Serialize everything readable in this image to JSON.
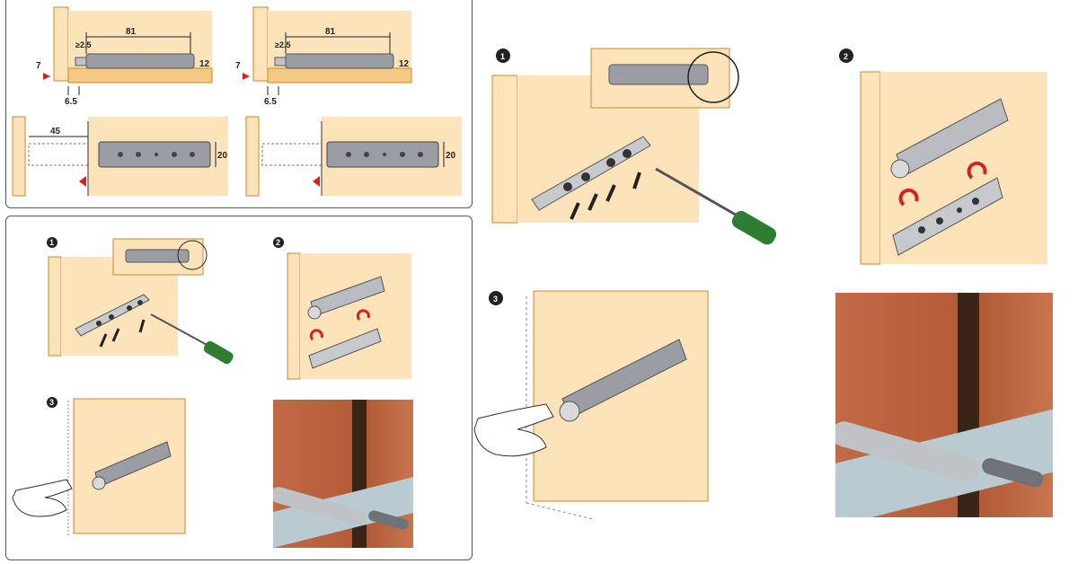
{
  "top_partial_label": "— · — · —",
  "dimension_diagrams": {
    "panels": [
      {
        "length": "81",
        "offset": "≥2.5",
        "height": "12",
        "side": "7",
        "inset": "6.5"
      },
      {
        "length": "81",
        "offset": "≥2.5",
        "height": "12",
        "side": "7",
        "inset": "6.5"
      }
    ],
    "top_views": [
      {
        "travel": "45",
        "width": "20"
      },
      {
        "width": "20"
      }
    ]
  },
  "steps": {
    "small": [
      "1",
      "2",
      "3"
    ],
    "large": [
      "1",
      "2",
      "3"
    ]
  },
  "colors": {
    "wood": "#fce3b9",
    "wood_edge": "#e9a94a",
    "part_grey": "#9a9ea4",
    "arrow_red": "#d2231e",
    "handle_green": "#2e7d32",
    "photo_wood": "#a0522d"
  },
  "icons": [
    "screwdriver-icon",
    "screw-icon",
    "hand-icon",
    "red-arrow-icon"
  ]
}
